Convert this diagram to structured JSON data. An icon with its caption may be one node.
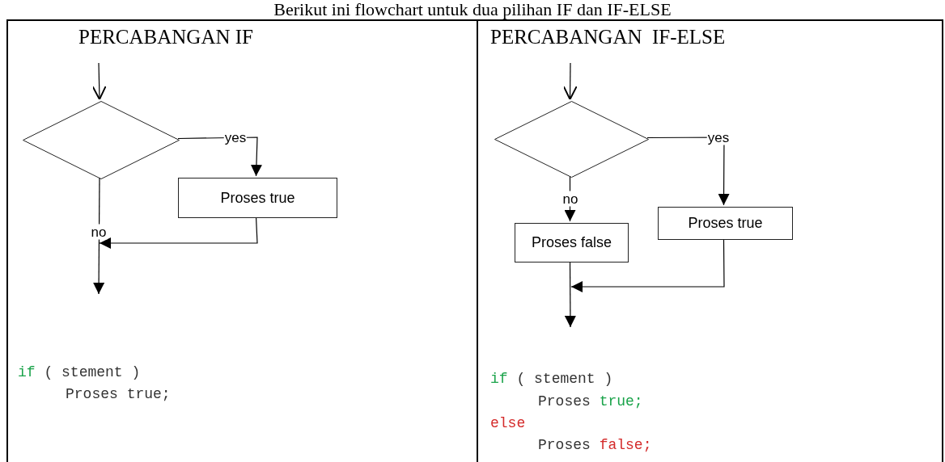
{
  "diagram": {
    "title": "Berikut ini flowchart untuk dua pilihan IF dan IF-ELSE",
    "nodes": [
      {
        "text": [
          "PERCABANGAN IF"
        ]
      },
      {
        "text": [],
        "shape": "diamond",
        "in": 0
      },
      {
        "text": [
          "Proses true"
        ],
        "in": 0
      },
      {
        "text": [
          "PERCABANGAN  IF-ELSE"
        ]
      },
      {
        "text": [],
        "shape": "diamond",
        "in": 3
      },
      {
        "text": [
          "Proses false"
        ],
        "in": 3
      },
      {
        "text": [
          "Proses true"
        ],
        "in": 3
      }
    ],
    "edges": [
      {
        "from": null,
        "to": 1,
        "arrow": "to"
      },
      {
        "from": 1,
        "to": 2,
        "arrow": "to",
        "label": "yes"
      },
      {
        "from": 1,
        "to": null,
        "arrow": "to",
        "label": "no"
      },
      {
        "from": 2,
        "to": null,
        "arrow": "to"
      },
      {
        "from": null,
        "to": 4,
        "arrow": "to"
      },
      {
        "from": 4,
        "to": 5,
        "arrow": "to",
        "label": "no"
      },
      {
        "from": 4,
        "to": 6,
        "arrow": "to",
        "label": "yes"
      },
      {
        "from": 5,
        "to": null,
        "arrow": "to"
      },
      {
        "from": 6,
        "to": null,
        "arrow": "to"
      }
    ],
    "labels": [
      "if ( stement )",
      "Proses true;",
      "if ( stement )",
      "Proses true;",
      "else",
      "Proses false;"
    ]
  }
}
